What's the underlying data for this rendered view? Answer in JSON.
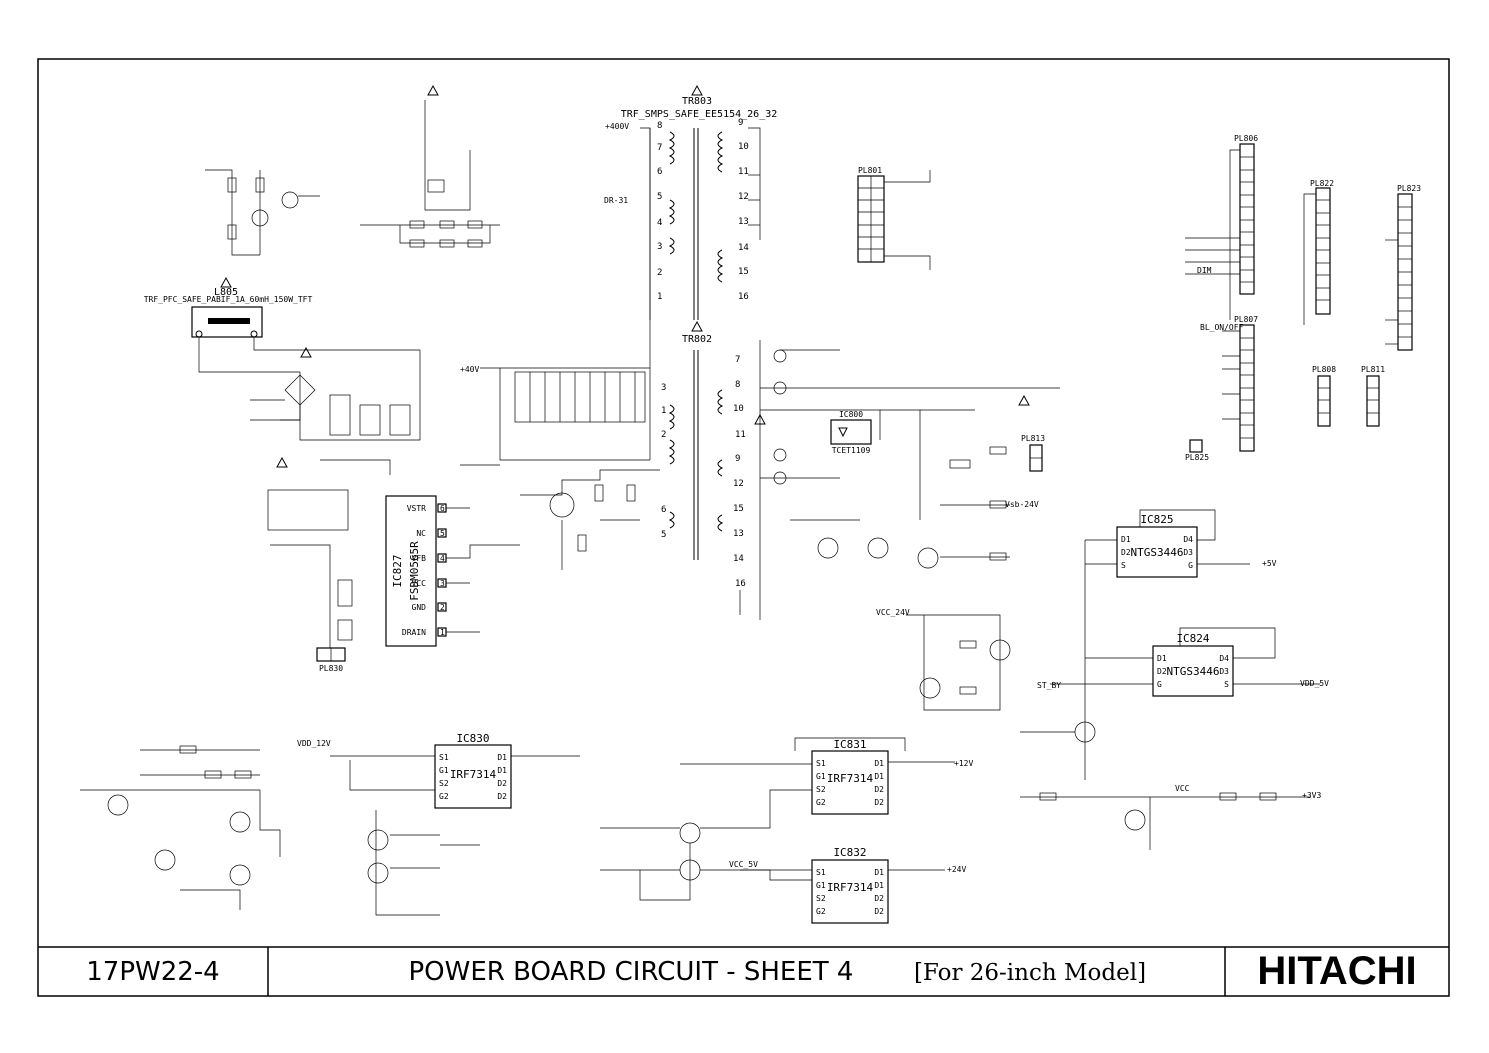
{
  "title_block": {
    "model": "17PW22-4",
    "title": "POWER BOARD CIRCUIT - SHEET 4",
    "subtitle": "[For 26-inch Model]",
    "brand": "HITACHI"
  },
  "transformers": [
    {
      "ref": "TR803",
      "part": "TRF_SMPS_SAFE_EE5154_26_32",
      "primary_pins": [
        "8",
        "7",
        "6",
        "5",
        "4",
        "3",
        "2",
        "1"
      ],
      "secondary_pins": [
        "9",
        "10",
        "11",
        "12",
        "13",
        "14",
        "15",
        "16"
      ]
    },
    {
      "ref": "TR802",
      "primary_pins": [
        "3",
        "2",
        "1",
        "6",
        "5"
      ],
      "secondary_pins": [
        "7",
        "8",
        "10",
        "11",
        "9",
        "12",
        "15",
        "13",
        "14",
        "16"
      ]
    }
  ],
  "inductor": {
    "ref": "L805",
    "part": "TRF_PFC_SAFE_PABIF_1A_60mH_150W_TFT"
  },
  "ics": [
    {
      "ref": "IC827",
      "part": "FSDM0565R",
      "pins": [
        {
          "n": "6",
          "name": "VSTR"
        },
        {
          "n": "5",
          "name": "NC"
        },
        {
          "n": "4",
          "name": "VFB"
        },
        {
          "n": "3",
          "name": "VCC"
        },
        {
          "n": "2",
          "name": "GND"
        },
        {
          "n": "1",
          "name": "DRAIN"
        }
      ]
    },
    {
      "ref": "IC825",
      "part": "NTGS3446",
      "pins_left": [
        "D1",
        "D2",
        "S"
      ],
      "pins_right": [
        "D4",
        "D3",
        "G"
      ]
    },
    {
      "ref": "IC824",
      "part": "NTGS3446",
      "pins_left": [
        "D1",
        "D2",
        "G"
      ],
      "pins_right": [
        "D4",
        "D3",
        "S"
      ]
    },
    {
      "ref": "IC830",
      "part": "IRF7314",
      "pins_left": [
        "S1",
        "G1",
        "S2",
        "G2"
      ],
      "pins_right": [
        "D1",
        "D1",
        "D2",
        "D2"
      ]
    },
    {
      "ref": "IC831",
      "part": "IRF7314",
      "pins_left": [
        "S1",
        "G1",
        "S2",
        "G2"
      ],
      "pins_right": [
        "D1",
        "D1",
        "D2",
        "D2"
      ]
    },
    {
      "ref": "IC832",
      "part": "IRF7314",
      "pins_left": [
        "S1",
        "G1",
        "S2",
        "G2"
      ],
      "pins_right": [
        "D1",
        "D1",
        "D2",
        "D2"
      ]
    },
    {
      "ref": "IC800",
      "part": "TCET1109"
    }
  ],
  "connectors": [
    {
      "ref": "PL801"
    },
    {
      "ref": "PL806"
    },
    {
      "ref": "PL822"
    },
    {
      "ref": "PL823"
    },
    {
      "ref": "PL807"
    },
    {
      "ref": "PL808"
    },
    {
      "ref": "PL811"
    },
    {
      "ref": "PL813"
    },
    {
      "ref": "PL825"
    },
    {
      "ref": "PL830"
    }
  ],
  "net_labels": [
    "+400V",
    "VCC",
    "DR-31",
    "+40V",
    "VDD_12V",
    "VCC_24V",
    "Vsb-24V",
    "VCC_5V",
    "+5V",
    "+12V",
    "+24V",
    "+3V3",
    "ST_BY",
    "BL_ON/OFF",
    "DIM",
    "VDD_5V"
  ]
}
